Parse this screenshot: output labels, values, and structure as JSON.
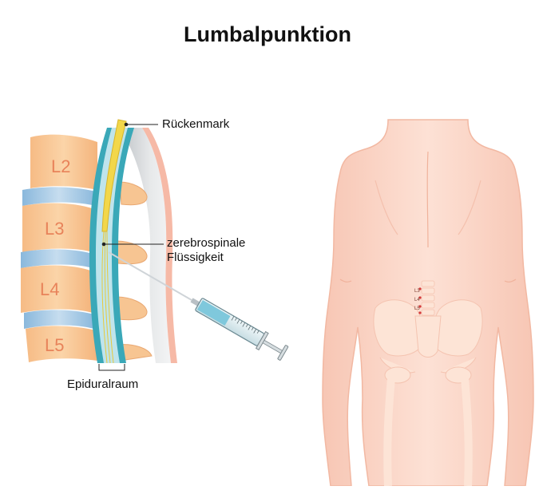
{
  "title": "Lumbalpunktion",
  "labels": {
    "spinal_cord": "Rückenmark",
    "csf_line1": "zerebrospinale",
    "csf_line2": "Flüssigkeit",
    "epidural": "Epiduralraum"
  },
  "vertebrae": [
    "L2",
    "L3",
    "L4",
    "L5"
  ],
  "body_marks": [
    "L3",
    "L4",
    "L5"
  ],
  "colors": {
    "vertebra_fill": "#f8c896",
    "vertebra_label": "#e8835a",
    "disc": "#a9cbe6",
    "canal": "#3aa8b8",
    "cord": "#f2d74a",
    "skin": "#fbd0bd",
    "skin_outline": "#f2b8a2",
    "bone_overlay": "#fde4d6",
    "needle": "#cfd4d8",
    "fluid": "#7fc8dc",
    "mark": "#d43a3a"
  },
  "icons": [
    "syringe-icon"
  ]
}
